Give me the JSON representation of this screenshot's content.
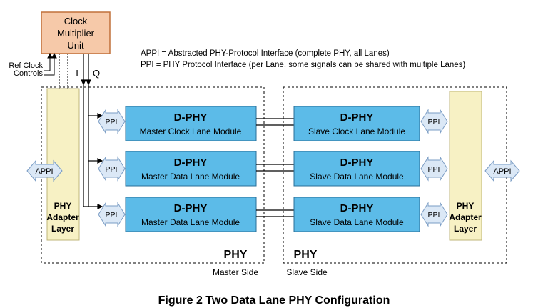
{
  "clock_unit": {
    "line1": "Clock",
    "line2": "Multiplier",
    "line3": "Unit"
  },
  "ref_clock": {
    "line1": "Ref Clock",
    "line2": "Controls"
  },
  "signal_i": "I",
  "signal_q": "Q",
  "legend": {
    "appi": "APPI = Abstracted PHY-Protocol Interface (complete PHY, all Lanes)",
    "ppi": "PPI   = PHY Protocol Interface (per Lane, some signals can be shared with multiple Lanes)"
  },
  "master": {
    "adapter": {
      "line1": "PHY",
      "line2": "Adapter",
      "line3": "Layer"
    },
    "appi": "APPI",
    "ppi": "PPI",
    "phy_label": "PHY",
    "side_label": "Master Side",
    "lanes": [
      {
        "title": "D-PHY",
        "subtitle": "Master Clock Lane Module"
      },
      {
        "title": "D-PHY",
        "subtitle": "Master Data Lane Module"
      },
      {
        "title": "D-PHY",
        "subtitle": "Master Data Lane Module"
      }
    ]
  },
  "slave": {
    "adapter": {
      "line1": "PHY",
      "line2": "Adapter",
      "line3": "Layer"
    },
    "appi": "APPI",
    "ppi": "PPI",
    "phy_label": "PHY",
    "side_label": "Slave Side",
    "lanes": [
      {
        "title": "D-PHY",
        "subtitle": "Slave Clock Lane Module"
      },
      {
        "title": "D-PHY",
        "subtitle": "Slave Data Lane Module"
      },
      {
        "title": "D-PHY",
        "subtitle": "Slave Data Lane Module"
      }
    ]
  },
  "caption": "Figure 2 Two Data Lane PHY Configuration",
  "colors": {
    "clock_fill": "#f6c9a9",
    "clock_stroke": "#c0703a",
    "adapter_fill": "#f7f1c4",
    "module_fill": "#5cbbe8",
    "ppi_fill": "#dbe8f6",
    "ppi_stroke": "#7a9cc4"
  }
}
